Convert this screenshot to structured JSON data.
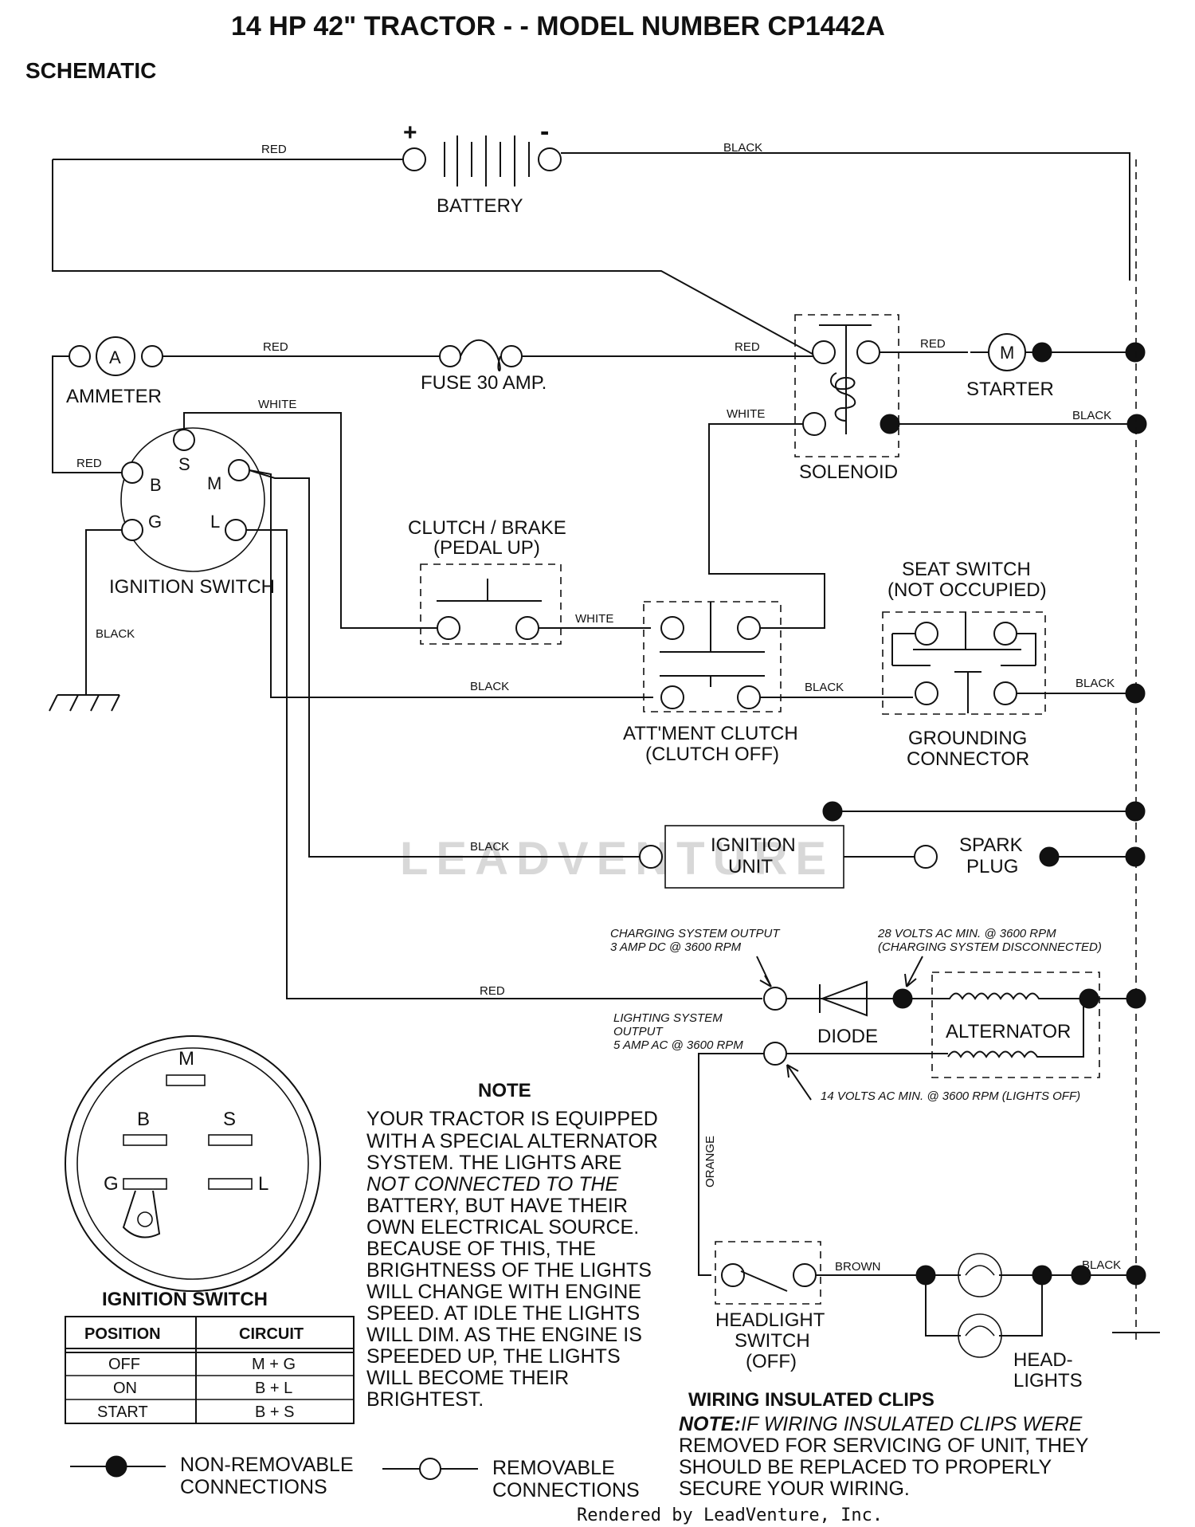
{
  "title": "14 HP 42\" TRACTOR - - MODEL NUMBER CP1442A",
  "subtitle": "SCHEMATIC",
  "components": {
    "battery": "BATTERY",
    "battery_pos": "+",
    "battery_neg": "-",
    "ammeter": "AMMETER",
    "ammeter_symbol": "A",
    "fuse": "FUSE 30 AMP.",
    "solenoid": "SOLENOID",
    "starter": "STARTER",
    "starter_symbol": "M",
    "ignition_switch": "IGNITION SWITCH",
    "terminal_s": "S",
    "terminal_b": "B",
    "terminal_m": "M",
    "terminal_g": "G",
    "terminal_l": "L",
    "clutch_brake_1": "CLUTCH / BRAKE",
    "clutch_brake_2": "(PEDAL UP)",
    "attment_clutch_1": "ATT'MENT CLUTCH",
    "attment_clutch_2": "(CLUTCH OFF)",
    "seat_switch_1": "SEAT SWITCH",
    "seat_switch_2": "(NOT OCCUPIED)",
    "grounding_1": "GROUNDING",
    "grounding_2": "CONNECTOR",
    "ignition_unit_1": "IGNITION",
    "ignition_unit_2": "UNIT",
    "spark_plug_1": "SPARK",
    "spark_plug_2": "PLUG",
    "diode": "DIODE",
    "alternator": "ALTERNATOR",
    "headlight_switch_1": "HEADLIGHT",
    "headlight_switch_2": "SWITCH",
    "headlight_switch_3": "(OFF)",
    "headlights_1": "HEAD-",
    "headlights_2": "LIGHTS"
  },
  "wire_colors": {
    "red": "RED",
    "black": "BLACK",
    "white": "WHITE",
    "orange": "ORANGE",
    "brown": "BROWN"
  },
  "annotations": {
    "charging_output_1": "CHARGING SYSTEM OUTPUT",
    "charging_output_2": "3 AMP DC @ 3600 RPM",
    "ac_min_1": "28 VOLTS AC MIN. @ 3600 RPM",
    "ac_min_2": "(CHARGING SYSTEM DISCONNECTED)",
    "lighting_output_1": "LIGHTING SYSTEM",
    "lighting_output_2": "OUTPUT",
    "lighting_output_3": "5 AMP AC @ 3600 RPM",
    "lights_off": "14 VOLTS AC MIN. @ 3600 RPM (LIGHTS OFF)"
  },
  "note": {
    "heading": "NOTE",
    "lines": [
      "YOUR TRACTOR IS EQUIPPED",
      "WITH A SPECIAL ALTERNATOR",
      "SYSTEM.  THE LIGHTS ARE",
      "NOT CONNECTED TO  THE",
      "BATTERY, BUT HAVE THEIR",
      "OWN ELECTRICAL SOURCE.",
      "BECAUSE OF THIS, THE",
      "BRIGHTNESS OF THE LIGHTS",
      "WILL CHANGE WITH ENGINE",
      "SPEED.  AT IDLE THE LIGHTS",
      "WILL DIM.  AS THE ENGINE IS",
      "SPEEDED UP, THE LIGHTS",
      "WILL BECOME THEIR",
      "BRIGHTEST."
    ]
  },
  "ignition_table": {
    "title": "IGNITION SWITCH",
    "headers": [
      "POSITION",
      "CIRCUIT"
    ],
    "rows": [
      [
        "OFF",
        "M + G"
      ],
      [
        "ON",
        "B + L"
      ],
      [
        "START",
        "B + S"
      ]
    ]
  },
  "legend": {
    "non_removable_1": "NON-REMOVABLE",
    "non_removable_2": "CONNECTIONS",
    "removable_1": "REMOVABLE",
    "removable_2": "CONNECTIONS"
  },
  "clips": {
    "heading": "WIRING INSULATED CLIPS",
    "note_prefix": "NOTE:",
    "line1": "IF WIRING INSULATED CLIPS WERE",
    "line2": "REMOVED FOR SERVICING OF UNIT, THEY",
    "line3": "SHOULD BE REPLACED TO PROPERLY",
    "line4": "SECURE YOUR WIRING."
  },
  "watermark": "LEADVENTURE",
  "footer": "Rendered by LeadVenture, Inc."
}
